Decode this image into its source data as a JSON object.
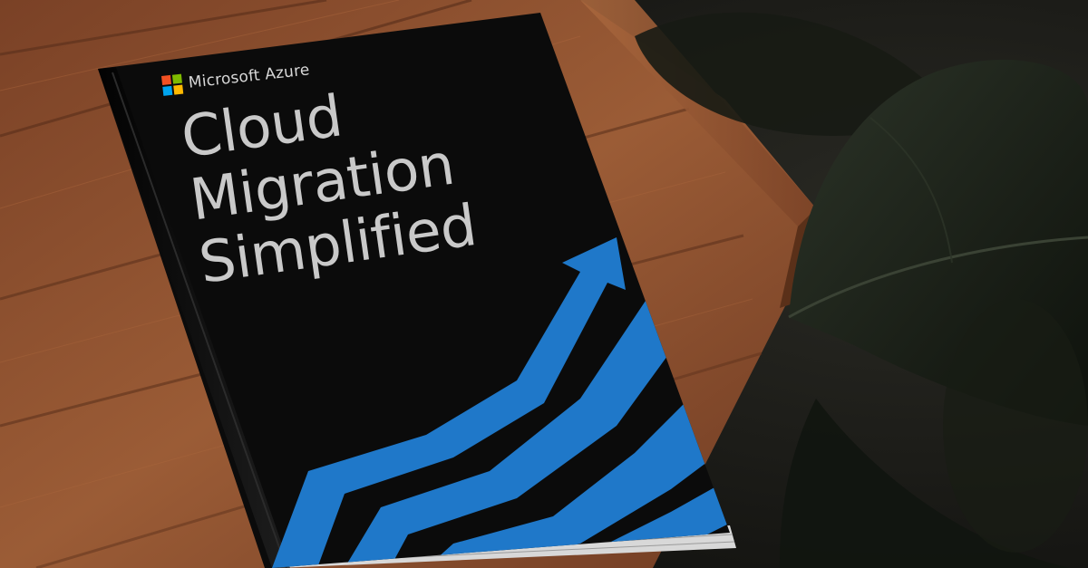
{
  "brand": {
    "name": "Microsoft Azure",
    "logo_colors": [
      "#f25022",
      "#7fba00",
      "#00a4ef",
      "#ffb900"
    ]
  },
  "book": {
    "title_lines": [
      "Cloud",
      "Migration",
      "Simplified"
    ],
    "cover_color": "#0b0b0b",
    "arrow_color": "#1f78c9",
    "title_color": "#c9c9c9"
  },
  "scene": {
    "table_color": "#8a4f2c",
    "leaf_color": "#1e241c"
  }
}
